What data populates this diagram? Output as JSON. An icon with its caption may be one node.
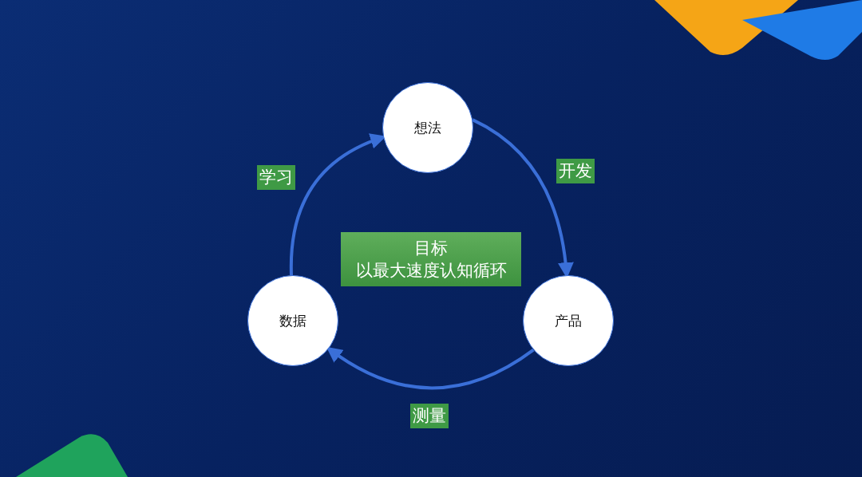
{
  "diagram": {
    "nodes": [
      {
        "text": [
          "想法"
        ]
      },
      {
        "text": [
          "产品"
        ]
      },
      {
        "text": [
          "数据"
        ]
      },
      {
        "text": [
          "目标",
          "以最大速度认知循环"
        ]
      }
    ],
    "edges": [
      {
        "from": 0,
        "to": 1,
        "arrow": "to",
        "label": "开发"
      },
      {
        "from": 1,
        "to": 2,
        "arrow": "to",
        "label": "测量"
      },
      {
        "from": 2,
        "to": 0,
        "arrow": "to",
        "label": "学习"
      }
    ]
  }
}
